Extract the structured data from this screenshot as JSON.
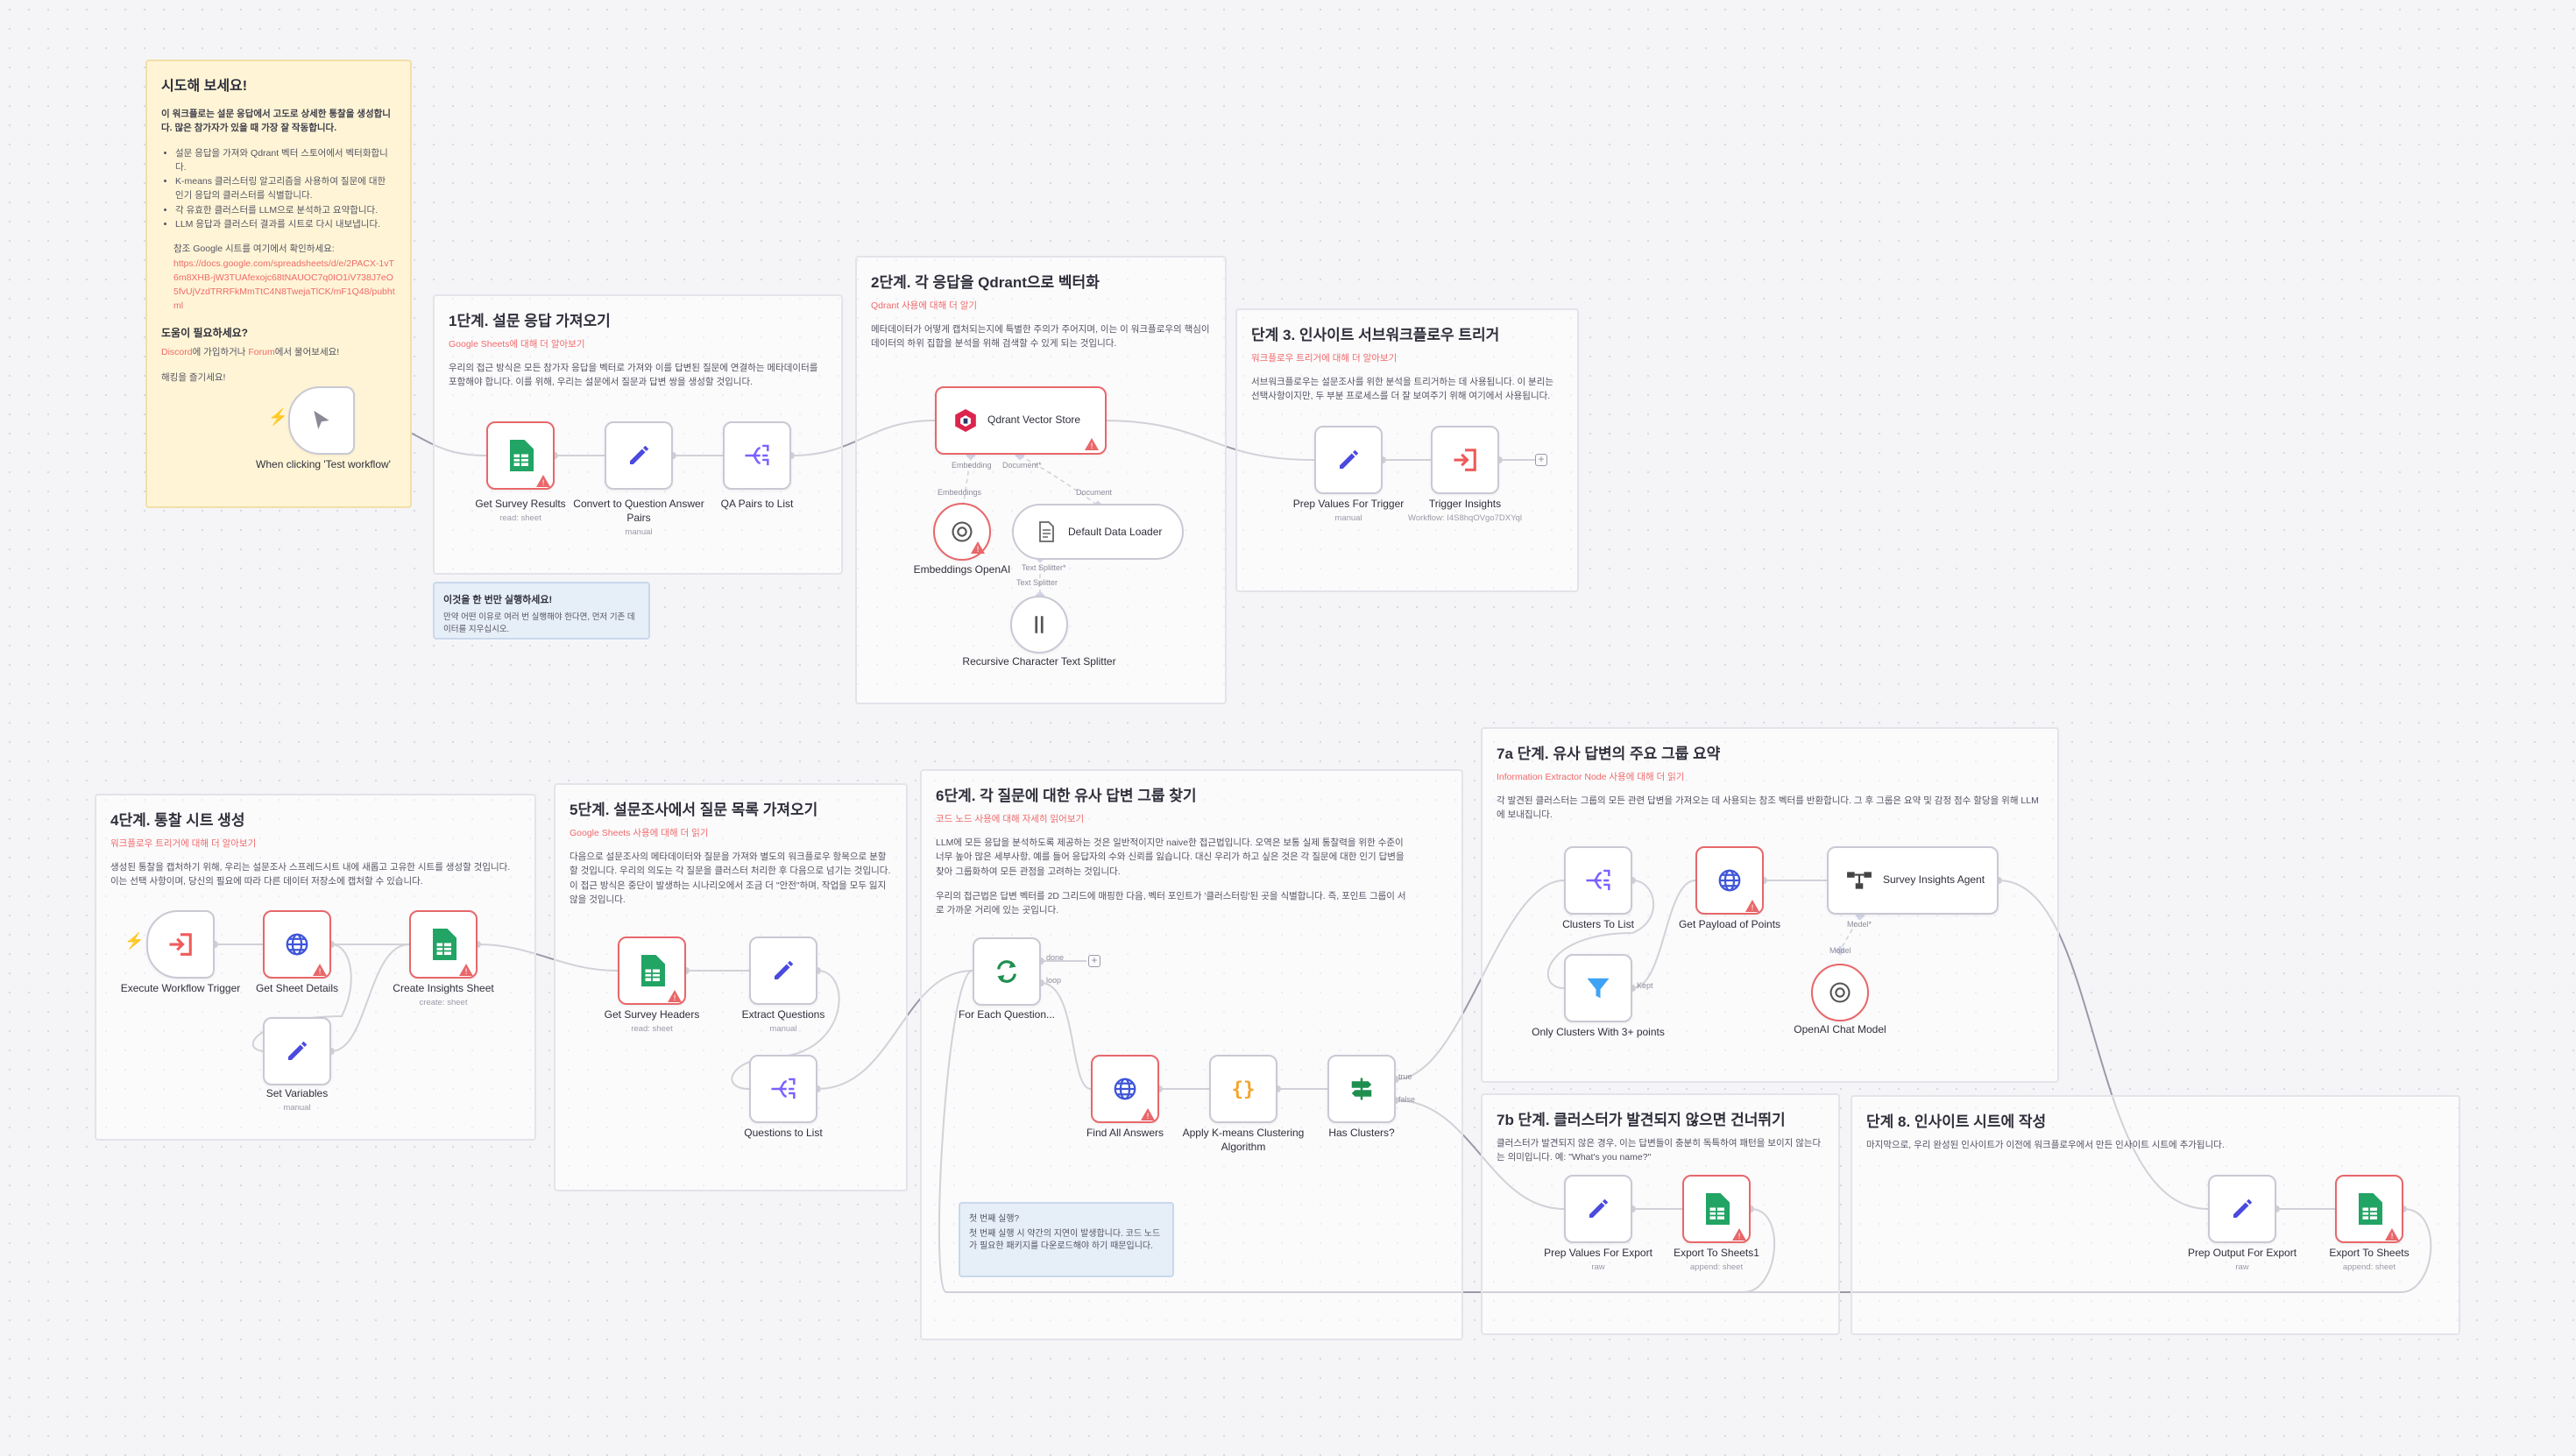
{
  "notes": {
    "intro": {
      "title": "시도해 보세요!",
      "p1": "이 워크플로는 설문 응답에서 고도로 상세한 통찰을 생성합니다. 많은 참가자가 있을 때 가장 잘 작동합니다.",
      "bullets": [
        "설문 응답을 가져와 Qdrant 벡터 스토어에서 벡터화합니다.",
        "K-means 클러스터링 알고리즘을 사용하여 질문에 대한 인기 응답의 클러스터를 식별합니다.",
        "각 유효한 클러스터를 LLM으로 분석하고 요약합니다.",
        "LLM 응답과 클러스터 결과를 시트로 다시 내보냅니다."
      ],
      "ref_label": "참조 Google 시트를 여기에서 확인하세요:",
      "ref_url": "https://docs.google.com/spreadsheets/d/e/2PACX-1vT6m8XHB-jW3TUAfexojc68tNAUOC7q0IO1iV738J7eO5fvUjVzdTRRFkMmTtC4N8TwejaTlCK/mF1Q48/pubhtml",
      "help_title": "도움이 필요하세요?",
      "help_line_a": "Discord",
      "help_line_b": "에 가입하거나 ",
      "help_line_c": "Forum",
      "help_line_d": "에서 물어보세요!",
      "happy": "해킹을 즐기세요!"
    },
    "step1": {
      "title": "1단계. 설문 응답 가져오기",
      "link": "Google Sheets에 대해 더 알아보기",
      "body": "우리의 접근 방식은 모든 참가자 응답을 벡터로 가져와 이를 답변된 질문에 연결하는 메타데이터를 포함해야 합니다. 이를 위해, 우리는 설문에서 질문과 답변 쌍을 생성할 것입니다."
    },
    "tryOnce": {
      "title": "이것을 한 번만 실행하세요!",
      "body": "만약 어떤 이유로 여러 번 실행해야 한다면, 먼저 기존 데이터를 지우십시오."
    },
    "step2": {
      "title": "2단계. 각 응답을 Qdrant으로 벡터화",
      "link": "Qdrant 사용에 대해 더 알기",
      "body": "메타데이터가 어떻게 캡처되는지에 특별한 주의가 주어지며, 이는 이 워크플로우의 핵심이 데이터의 하위 집합을 분석을 위해 검색할 수 있게 되는 것입니다."
    },
    "step3": {
      "title": "단계 3. 인사이트 서브워크플로우 트리거",
      "link": "워크플로우 트리거에 대해 더 알아보기",
      "body": "서브워크플로우는 설문조사를 위한 분석을 트리거하는 데 사용됩니다. 이 분리는 선택사항이지만, 두 부분 프로세스를 더 잘 보여주기 위해 여기에서 사용됩니다."
    },
    "step4": {
      "title": "4단계. 통찰 시트 생성",
      "link": "워크플로우 트리거에 대해 더 알아보기",
      "body": "생성된 통찰을 캡처하기 위해, 우리는 설문조사 스프레드시트 내에 새롭고 고유한 시트를 생성할 것입니다. 이는 선택 사항이며, 당신의 필요에 따라 다른 데이터 저장소에 캡처할 수 있습니다."
    },
    "step5": {
      "title": "5단계. 설문조사에서 질문 목록 가져오기",
      "link": "Google Sheets 사용에 대해 더 읽기",
      "body": "다음으로 설문조사의 메타데이터와 질문을 가져와 별도의 워크플로우 항목으로 분할할 것입니다. 우리의 의도는 각 질문을 클러스터 처리한 후 다음으로 넘기는 것입니다. 이 접근 방식은 중단이 발생하는 시나리오에서 조금 더 \"안전\"하며, 작업을 모두 잃지 않을 것입니다."
    },
    "step6": {
      "title": "6단계. 각 질문에 대한 유사 답변 그룹 찾기",
      "link": "코드 노드 사용에 대해 자세히 읽어보기",
      "body1": "LLM에 모든 응답을 분석하도록 제공하는 것은 일반적이지만 naive한 접근법입니다. 오역은 보통 실제 통찰력을 위한 수준이 너무 높아 많은 세부사항, 예를 들어 응답자의 수와 신뢰를 잃습니다. 대신 우리가 하고 싶은 것은 각 질문에 대한 인기 답변을 찾아 그룹화하여 모든 관점을 고려하는 것입니다.",
      "body2": "우리의 접근법은 답변 벡터를 2D 그리드에 매핑한 다음, 벡터 포인트가 '클러스터링'된 곳을 식별합니다. 즉, 포인트 그룹이 서로 가까운 거리에 있는 곳입니다."
    },
    "firstRun": {
      "title": "첫 번째 실행?",
      "body": "첫 번째 실행 시 약간의 지연이 발생합니다. 코드 노드가 필요한 패키지를 다운로드해야 하기 때문입니다."
    },
    "step7a": {
      "title": "7a 단계. 유사 답변의 주요 그룹 요약",
      "link": "Information Extractor Node 사용에 대해 더 읽기",
      "body": "각 발견된 클러스터는 그룹의 모든 관련 답변을 가져오는 데 사용되는 참조 벡터를 반환합니다. 그 후 그룹은 요약 및 감정 점수 할당을 위해 LLM에 보내집니다."
    },
    "step7b": {
      "title": "7b 단계. 클러스터가 발견되지 않으면 건너뛰기",
      "body": "클러스터가 발견되지 않은 경우, 이는 답변들이 충분히 독특하여 패턴을 보이지 않는다는 의미입니다. 예: \"What's you name?\""
    },
    "step8": {
      "title": "단계 8. 인사이트 시트에 작성",
      "body": "마지막으로, 우리 완성된 인사이트가 이전에 워크플로우에서 만든 인사이트 시트에 추가됩니다."
    }
  },
  "nodes": {
    "manualTrigger": {
      "label": "When clicking 'Test workflow'"
    },
    "getSurveyResults": {
      "label": "Get Survey Results",
      "sub": "read: sheet"
    },
    "convertQA": {
      "label": "Convert to Question Answer Pairs",
      "sub": "manual"
    },
    "qaPairs": {
      "label": "QA Pairs to List"
    },
    "qdrant": {
      "label": "Qdrant Vector Store"
    },
    "embeddings": {
      "label": "Embeddings OpenAI"
    },
    "defaultLoader": {
      "label": "Default Data Loader"
    },
    "splitter": {
      "label": "Recursive Character Text Splitter"
    },
    "prepTrigger": {
      "label": "Prep Values For Trigger",
      "sub": "manual"
    },
    "triggerInsights": {
      "label": "Trigger Insights",
      "sub": "Workflow: I4S8hqOVgo7DXYql"
    },
    "execTrigger": {
      "label": "Execute Workflow Trigger"
    },
    "getSheetDetails": {
      "label": "Get Sheet Details"
    },
    "setVariables": {
      "label": "Set Variables",
      "sub": "manual"
    },
    "createInsights": {
      "label": "Create Insights Sheet",
      "sub": "create: sheet"
    },
    "getHeaders": {
      "label": "Get Survey Headers",
      "sub": "read: sheet"
    },
    "extractQ": {
      "label": "Extract Questions",
      "sub": "manual"
    },
    "questionsList": {
      "label": "Questions to List"
    },
    "forEach": {
      "label": "For Each Question..."
    },
    "findAll": {
      "label": "Find All Answers"
    },
    "kmeans": {
      "label": "Apply K-means Clustering Algorithm"
    },
    "hasClusters": {
      "label": "Has Clusters?"
    },
    "clustersList": {
      "label": "Clusters To List"
    },
    "getPayload": {
      "label": "Get Payload of Points"
    },
    "agent": {
      "label": "Survey Insights Agent"
    },
    "onlyClusters": {
      "label": "Only Clusters With 3+ points"
    },
    "chatModel": {
      "label": "OpenAI Chat Model"
    },
    "prepExport": {
      "label": "Prep Values For Export",
      "sub": "raw"
    },
    "exportSheets1": {
      "label": "Export To Sheets1",
      "sub": "append: sheet"
    },
    "prepOutput": {
      "label": "Prep Output For Export",
      "sub": "raw"
    },
    "exportSheets": {
      "label": "Export To Sheets",
      "sub": "append: sheet"
    }
  },
  "ports": {
    "embedding": "Embedding",
    "document": "Document*",
    "embeddingsIn": "Embeddings",
    "documentIn": "Document",
    "textSplitter": "Text Splitter*",
    "textSplitterIn": "Text Splitter",
    "done": "done",
    "loop": "loop",
    "true": "true",
    "false": "false",
    "kept": "Kept",
    "model": "Model*",
    "modelIn": "Model"
  },
  "colors": {
    "sheets": "#21a464",
    "pencil": "#4a4adf",
    "flow": "#7b61ff",
    "error": "#e8676a",
    "if": "#1f8f4f",
    "code": "#f4a52e",
    "globe": "#3f55d8",
    "trigger": "#ef5b5b",
    "filter": "#3ea3f4"
  }
}
